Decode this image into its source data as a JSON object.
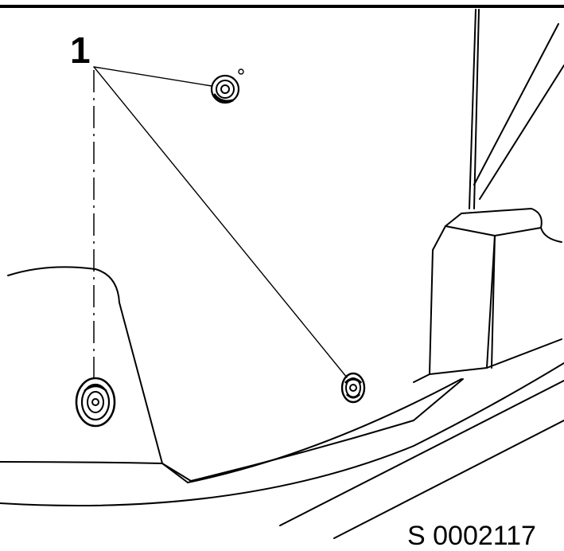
{
  "callout": {
    "number": "1",
    "target_count": 3
  },
  "figure": {
    "code": "S 0002117"
  },
  "icons": {
    "fastener": "fastener-nut-icon"
  },
  "colors": {
    "line": "#000000",
    "background": "#ffffff"
  }
}
